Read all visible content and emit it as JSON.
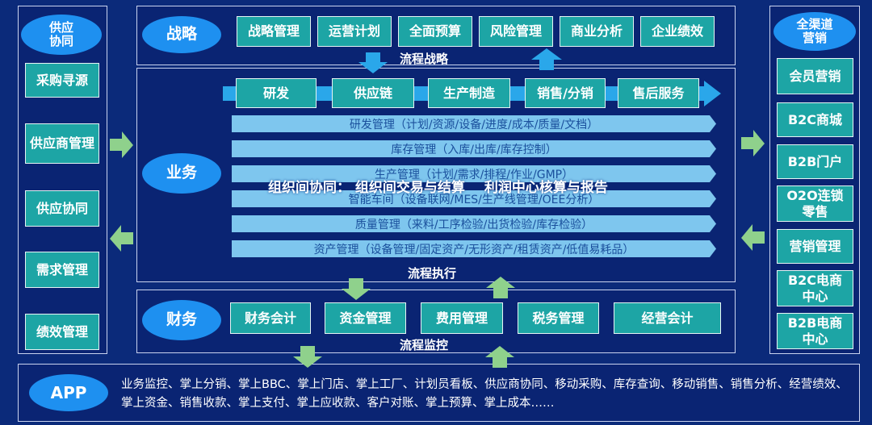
{
  "left_panel": {
    "title": "供应\n协同",
    "items": [
      "采购寻源",
      "供应商管理",
      "供应协同",
      "需求管理",
      "绩效管理"
    ]
  },
  "right_panel": {
    "title": "全渠道\n营销",
    "items": [
      "会员营销",
      "B2C商城",
      "B2B门户",
      "O2O连锁\n零售",
      "营销管理",
      "B2C电商\n中心",
      "B2B电商\n中心"
    ]
  },
  "strategy": {
    "title": "战略",
    "items": [
      "战略管理",
      "运营计划",
      "全面预算",
      "风险管理",
      "商业分析",
      "企业绩效"
    ],
    "caption": "流程战略"
  },
  "business": {
    "title": "业务",
    "flow": [
      "研发",
      "供应链",
      "生产制造",
      "销售/分销",
      "售后服务"
    ],
    "bands": [
      "研发管理（计划/资源/设备/进度/成本/质量/文档）",
      "库存管理（入库/出库/库存控制）",
      "生产管理（计划/需求/排程/作业/GMP）",
      "智能车间（设备联网/MES/生产线管理/OEE分析）",
      "质量管理（来料/工序检验/出货检验/库存检验）",
      "资产管理（设备管理/固定资产/无形资产/租赁资产/低值易耗品）"
    ],
    "overlay_left": "组织间协同：  组织间交易与结算",
    "overlay_right": "利润中心核算与报告",
    "caption": "流程执行"
  },
  "finance": {
    "title": "财务",
    "items": [
      "财务会计",
      "资金管理",
      "费用管理",
      "税务管理",
      "经营会计"
    ],
    "caption": "流程监控"
  },
  "app": {
    "title": "APP",
    "text": "业务监控、掌上分销、掌上BBC、掌上门店、掌上工厂、计划员看板、供应商协同、移动采购、库存查询、移动销售、销售分析、经营绩效、掌上资金、销售收款、掌上支付、掌上应收款、客户对账、掌上预算、掌上成本……"
  },
  "colors": {
    "background": "#0b2a7a",
    "oval": "#1e90f0",
    "box": "#1da5a5",
    "band": "#7ec6ee",
    "flow_arrow": "#2aa7ea",
    "green_arrow": "#8fd18c"
  }
}
